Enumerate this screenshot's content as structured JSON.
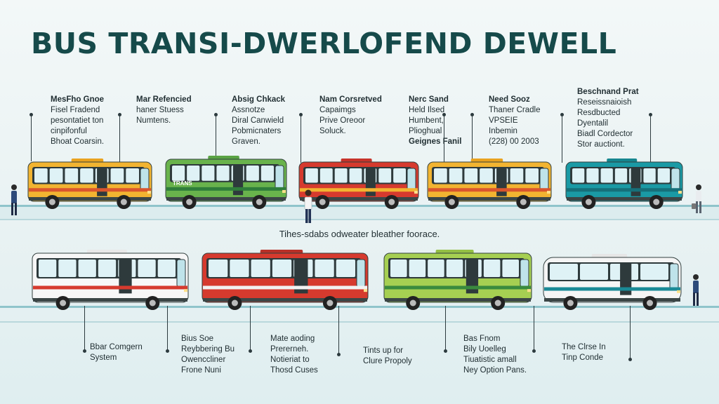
{
  "title": "BUS TRANSI-DWERLOFEND DEWELL",
  "center_caption": "Tihes-sdabs odweater bleather foorace.",
  "top_labels": [
    {
      "lines": [
        "MesFho Gnoe",
        "Fisel Fradend",
        "pesontatiet ton",
        "cinpifonful",
        "Bhoat Coarsin."
      ]
    },
    {
      "lines": [
        "Mar Refencied",
        "haner Stuess",
        "Numtens."
      ]
    },
    {
      "lines": [
        "Absig Chkack",
        "Assnotze",
        "Diral Canwield",
        "Pobmicnaters",
        "Graven."
      ]
    },
    {
      "lines": [
        "Nam Corsretved",
        "Capaimgs",
        "Prive Oreoor",
        "Soluck."
      ]
    },
    {
      "lines": [
        "Nerc Sand",
        "Held Ilsed",
        "Humbent,",
        "Plioghual",
        "Geignes Fanil"
      ]
    },
    {
      "lines": [
        "Need Sooz",
        "Thaner Cradle",
        "VPSEIE",
        "Inbemin",
        "(228) 00 2003"
      ]
    },
    {
      "lines": [
        "Beschnand Prat",
        "Reseissnaioish",
        "Resdbucted",
        "Dyentalil",
        "Biadl Cordector",
        "Stor auctiont."
      ]
    }
  ],
  "bottom_labels": [
    {
      "lines": [
        "Bbar Comgern",
        "System"
      ]
    },
    {
      "lines": [
        "Bius Soe",
        "Reybbering Bu",
        "Owenccliner",
        "Frone Nuni"
      ]
    },
    {
      "lines": [
        "Mate aoding",
        "Prererneh.",
        "Notieriat to",
        "Thosd Cuses"
      ]
    },
    {
      "lines": [
        "Tints up for",
        "Clure Propoly"
      ]
    },
    {
      "lines": [
        "Bas Fnom",
        "Bily Uoelleg",
        "Tiuatistic amall",
        "Ney Option Pans."
      ]
    },
    {
      "lines": [
        "The Clrse In",
        "Tinp Conde"
      ]
    }
  ],
  "bus_side_text": "TRANS",
  "buses_top": [
    {
      "name": "yellow-bus-1",
      "body": "#f2b431",
      "stripe": "#d9552e",
      "roof": "#e9a21f"
    },
    {
      "name": "green-bus-1",
      "body": "#69b34c",
      "stripe": "#2f7d3b",
      "roof": "#5aa344"
    },
    {
      "name": "red-bus-1",
      "body": "#d63a2e",
      "stripe": "#f2b431",
      "roof": "#c7332a"
    },
    {
      "name": "yellow-bus-2",
      "body": "#f2b431",
      "stripe": "#d9552e",
      "roof": "#e9a21f"
    },
    {
      "name": "teal-bus-1",
      "body": "#1a9aa5",
      "stripe": "#16707a",
      "roof": "#16868f"
    }
  ],
  "buses_bottom": [
    {
      "name": "white-bus",
      "body": "#f7f7f7",
      "stripe": "#d63a2e",
      "roof": "#e8e8e8"
    },
    {
      "name": "red-bus-2",
      "body": "#d63a2e",
      "stripe": "#f2f2f2",
      "roof": "#b83028"
    },
    {
      "name": "lime-bus",
      "body": "#a6cf52",
      "stripe": "#3a8a3e",
      "roof": "#94bf45"
    },
    {
      "name": "white-van",
      "body": "#f5f5f5",
      "stripe": "#1a8a96",
      "roof": "#e6e6e6"
    }
  ]
}
